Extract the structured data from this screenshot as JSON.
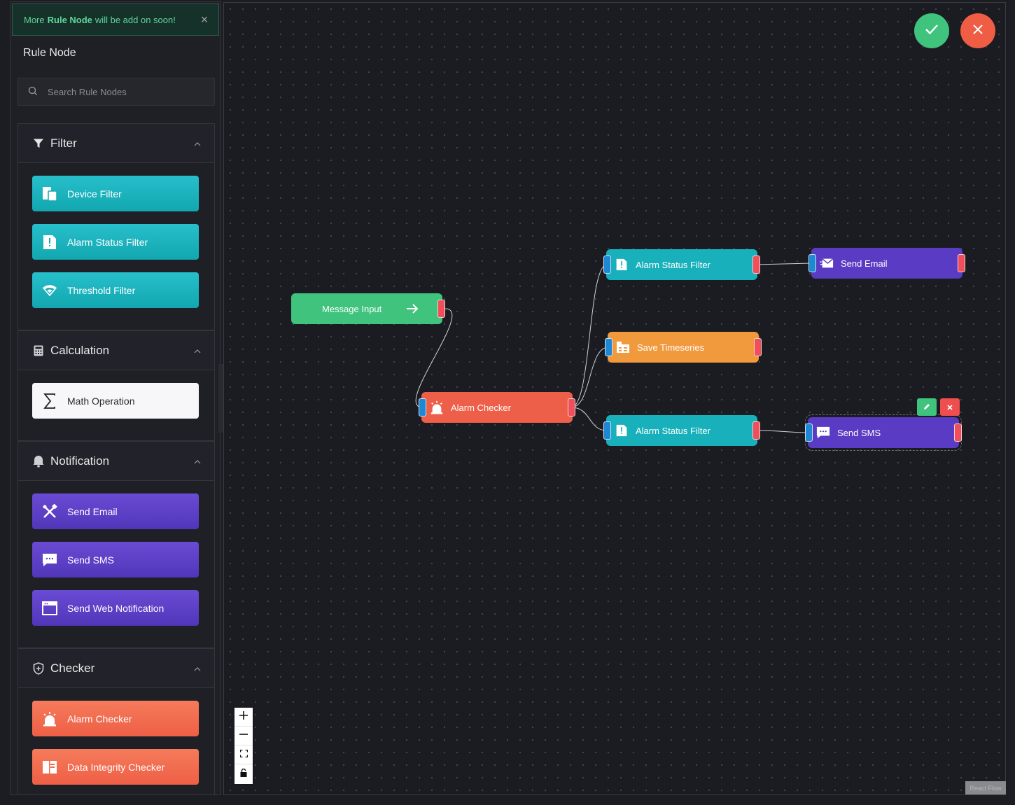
{
  "toast": {
    "prefix": "More",
    "highlight": "Rule Node",
    "suffix": "will be add on soon!"
  },
  "sidebar": {
    "title": "Rule Node",
    "search_placeholder": "Search Rule Nodes",
    "sections": [
      {
        "label": "Filter",
        "icon": "funnel-icon",
        "items": [
          {
            "label": "Device Filter",
            "icon": "devices-icon",
            "color": "#1bb1bb"
          },
          {
            "label": "Alarm Status Filter",
            "icon": "alert-note-icon",
            "color": "#1bb1bb"
          },
          {
            "label": "Threshold Filter",
            "icon": "wifi-icon",
            "color": "#1bb1bb"
          }
        ]
      },
      {
        "label": "Calculation",
        "icon": "calculator-icon",
        "items": [
          {
            "label": "Math Operation",
            "icon": "sigma-icon",
            "color": "#f7f7f9"
          }
        ]
      },
      {
        "label": "Notification",
        "icon": "bell-icon",
        "items": [
          {
            "label": "Send Email",
            "icon": "tools-icon",
            "color": "#5b3dc7"
          },
          {
            "label": "Send SMS",
            "icon": "chat-icon",
            "color": "#5b3dc7"
          },
          {
            "label": "Send Web Notification",
            "icon": "browser-window-icon",
            "color": "#5b3dc7"
          }
        ]
      },
      {
        "label": "Checker",
        "icon": "shield-plus-icon",
        "items": [
          {
            "label": "Alarm Checker",
            "icon": "alarm-light-icon",
            "color": "#f16a4f"
          },
          {
            "label": "Data Integrity Checker",
            "icon": "book-icon",
            "color": "#f16a4f"
          }
        ]
      }
    ]
  },
  "collapse_label": "<",
  "flow": {
    "nodes": [
      {
        "label": "Message Input",
        "icon": "arrow-right-icon",
        "color": "#3fc37d"
      },
      {
        "label": "Alarm Checker",
        "icon": "alarm-light-icon",
        "color": "#ee5f49"
      },
      {
        "label": "Alarm Status Filter",
        "icon": "alert-note-icon",
        "color": "#17b0bb"
      },
      {
        "label": "Save Timeseries",
        "icon": "database-icon",
        "color": "#f19a3d"
      },
      {
        "label": "Alarm Status Filter",
        "icon": "alert-note-icon",
        "color": "#17b0bb"
      },
      {
        "label": "Send Email",
        "icon": "mail-send-icon",
        "color": "#5a3bc4"
      },
      {
        "label": "Send SMS",
        "icon": "chat-icon",
        "color": "#5a3bc4"
      }
    ],
    "selected_node": "Send SMS"
  },
  "actions": {
    "confirm_color": "#3fc37d",
    "cancel_color": "#ef5d45"
  },
  "controls": [
    "zoom-in",
    "zoom-out",
    "fit-view",
    "lock"
  ],
  "attribution": "React Flow"
}
